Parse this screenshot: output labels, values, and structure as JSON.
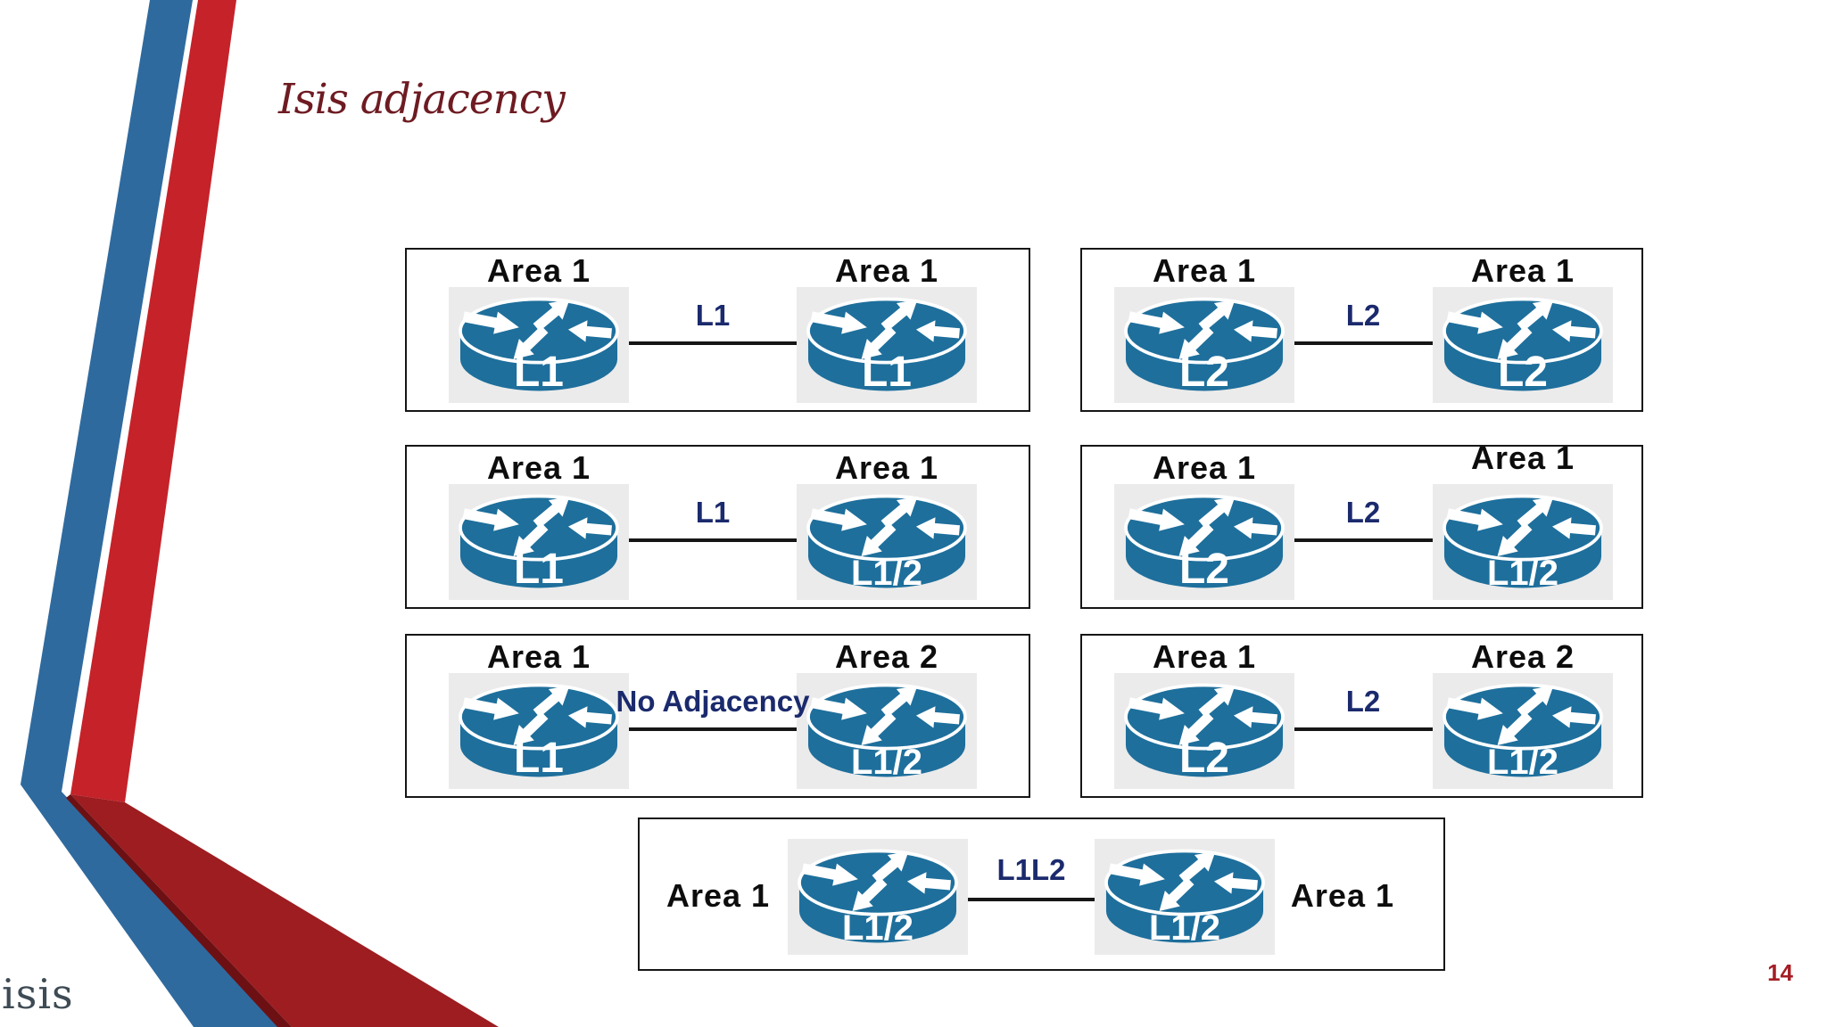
{
  "slide": {
    "title": "Isis adjacency",
    "page_number": "14",
    "brand": "isis"
  },
  "icons": {
    "router": "cisco-router-icon"
  },
  "colors": {
    "router_blue": "#1e6f9c",
    "router_bg_gray": "#ebebeb",
    "link_label_navy": "#1b2a6d",
    "area_label_black": "#0d0d0d",
    "title_maroon": "#6e1b22",
    "page_number_red": "#a41e24",
    "brand_gray": "#3e4b54",
    "ribbon_blue": "#2f6a9e",
    "ribbon_red": "#c5222a",
    "ribbon_dark_red": "#9d1d21"
  },
  "diagram": {
    "boxes": [
      {
        "left_area": "Area 1",
        "right_area": "Area 1",
        "left_router": "L1",
        "right_router": "L1",
        "link_label": "L1"
      },
      {
        "left_area": "Area 1",
        "right_area": "Area 1",
        "left_router": "L2",
        "right_router": "L2",
        "link_label": "L2"
      },
      {
        "left_area": "Area 1",
        "right_area": "Area 1",
        "left_router": "L1",
        "right_router": "L1/2",
        "link_label": "L1"
      },
      {
        "left_area": "Area 1",
        "right_area": "Area 1",
        "left_router": "L2",
        "right_router": "L1/2",
        "link_label": "L2"
      },
      {
        "left_area": "Area 1",
        "right_area": "Area 2",
        "left_router": "L1",
        "right_router": "L1/2",
        "link_label": "No Adjacency"
      },
      {
        "left_area": "Area 1",
        "right_area": "Area 2",
        "left_router": "L2",
        "right_router": "L1/2",
        "link_label": "L2"
      },
      {
        "left_area": "Area 1",
        "right_area": "Area 1",
        "left_router": "L1/2",
        "right_router": "L1/2",
        "link_label": "L1L2"
      }
    ]
  }
}
